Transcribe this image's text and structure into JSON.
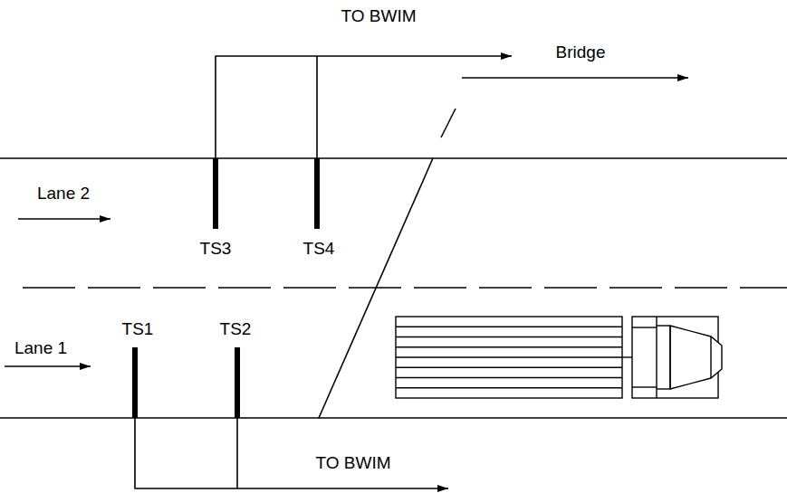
{
  "diagram": {
    "labels": [
      "TO BWIM",
      "Bridge",
      "Lane 2",
      "TS3",
      "TS4",
      "TS1",
      "TS2",
      "Lane 1",
      "TO BWIM"
    ]
  }
}
